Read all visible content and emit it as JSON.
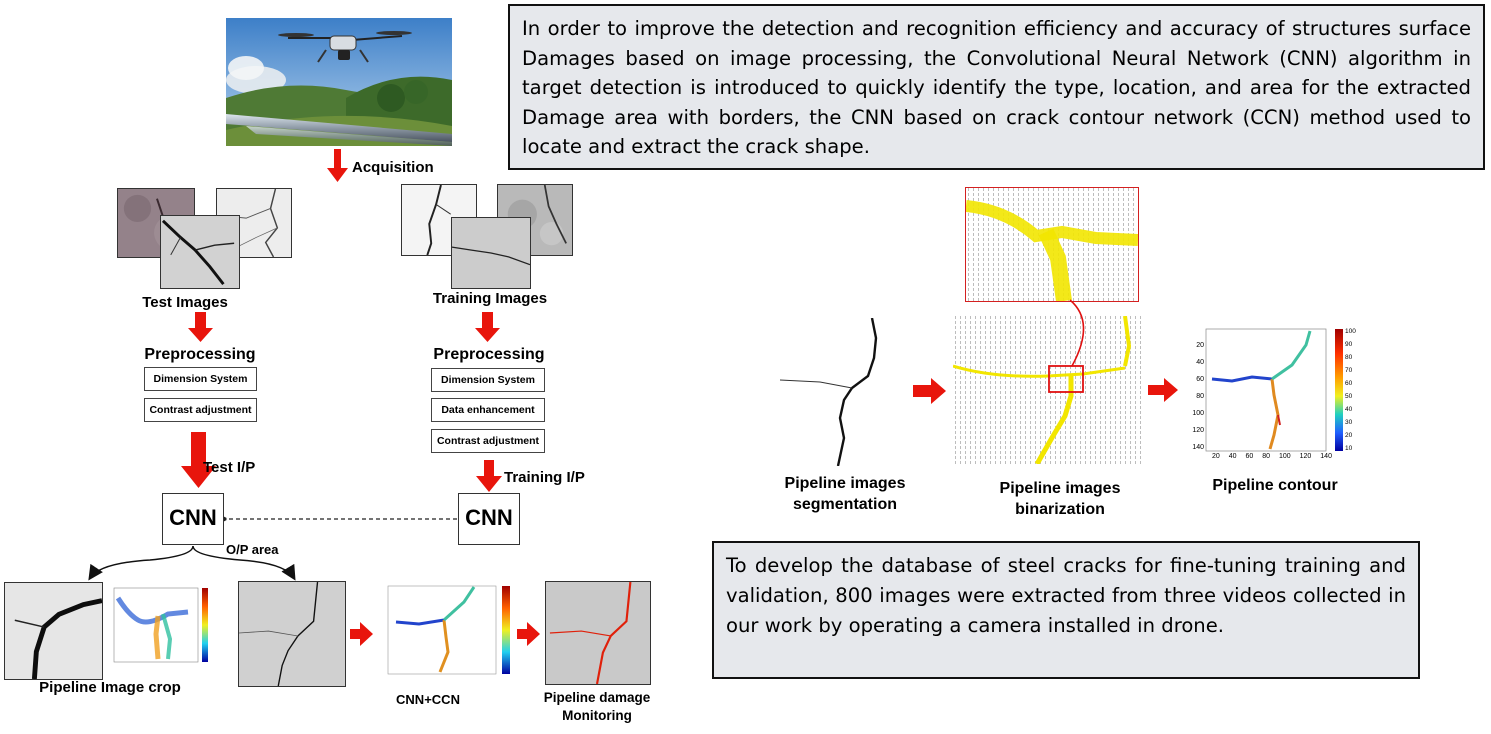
{
  "top_text": "In order to improve the detection and recognition efficiency and accuracy of structures surface Damages based on image processing, the Convolutional Neural Network (CNN) algorithm in target detection is introduced to quickly identify the type, location, and area for the extracted Damage area with borders, the CNN based on crack contour network (CCN) method used to locate and extract the crack shape.",
  "bottom_text": "To develop the database of steel cracks for fine-tuning training and validation, 800 images were extracted from three videos collected in our work by operating a camera installed in drone.",
  "acquisition_label": "Acquisition",
  "test_images_label": "Test Images",
  "training_images_label": "Training Images",
  "preprocessing_label": "Preprocessing",
  "test_steps": [
    "Dimension System",
    "Contrast adjustment"
  ],
  "training_steps": [
    "Dimension System",
    "Data enhancement",
    "Contrast adjustment"
  ],
  "test_ip_label": "Test I/P",
  "training_ip_label": "Training I/P",
  "cnn_label": "CNN",
  "op_area_label": "O/P area",
  "crop_label": "Pipeline Image crop",
  "cnn_ccn_label": "CNN+CCN",
  "monitoring_label": "Pipeline damage Monitoring",
  "segmentation_label": "Pipeline images segmentation",
  "binarization_label": "Pipeline images binarization",
  "contour_label": "Pipeline contour",
  "contour_plot": {
    "y_ticks": [
      "20",
      "40",
      "60",
      "80",
      "100",
      "120",
      "140"
    ],
    "x_ticks": [
      "20",
      "40",
      "60",
      "80",
      "100",
      "120",
      "140"
    ],
    "colorbar_ticks": [
      "100",
      "90",
      "80",
      "70",
      "60",
      "50",
      "40",
      "30",
      "20",
      "10"
    ]
  },
  "colors": {
    "arrow": "#e8150c",
    "box_bg": "#e6e8ec",
    "crack_yellow": "#f2e600",
    "highlight": "#e01010"
  }
}
